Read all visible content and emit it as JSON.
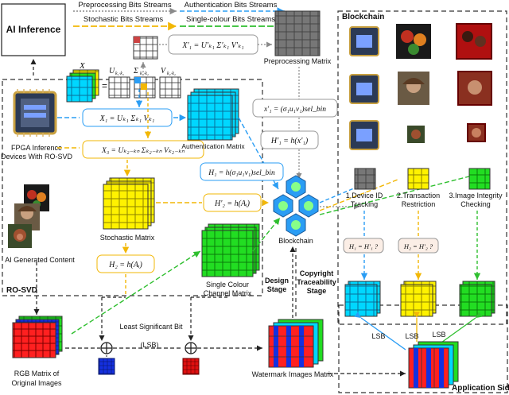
{
  "legend": {
    "preprocessing": "Preprocessing Bits Streams",
    "authentication": "Authentication Bits Streams",
    "stochastic": "Stochastic Bits Streams",
    "single_colour": "Single-colour Bits Streams"
  },
  "ai_inference": "AI Inference",
  "fpga_label_1": "FPGA Inference",
  "fpga_label_2": "Devices With RO-SVD",
  "ai_generated_content": "AI Generated Content",
  "ro_svd": "RO-SVD",
  "matrix_x": "X",
  "u_label": "U",
  "u_sub": "k₁·k₁",
  "sigma_label": "Σ",
  "sigma_sub": "k₁·k₂",
  "v_label": "V",
  "v_sub": "k₂·k₂",
  "eq_preprocess": "X'₁ = U'ₖ₁ Σ'ₖ₁ V'ₖ₁",
  "preprocessing_matrix": "Preprocessing Matrix",
  "eq_x1": "X₁ = Uₖ₁ Σₖ₁ Vₖ₁",
  "eq_x3": "X₃ = Uₖ₂₋ₖₙ Σₖ₂₋ₖₙ Vₖ₂₋ₖₙ",
  "authentication_matrix": "Authentication Matrix",
  "eq_x1p": "x'₁ = (σ₁u₁v₁)sel_bin",
  "eq_h1p": "H'₁ = h(x'₁)",
  "eq_h1": "H₁ = h(σ₁u₁v₁)sel_bin",
  "eq_h2p": "H'₂ = h(Aᵢ)",
  "eq_h2": "H₂ = h(Aᵢ)",
  "stochastic_matrix": "Stochastic Matrix",
  "single_colour_1": "Single Colour",
  "single_colour_2": "Channel Matrix",
  "blockchain_center": "Blockchain",
  "design_stage_1": "Design",
  "design_stage_2": "Stage",
  "copyright_1": "Copyright",
  "copyright_2": "Traceability",
  "copyright_3": "Stage",
  "blockchain_title": "Blockchain",
  "step1_1": "1.Device ID",
  "step1_2": "Tracking",
  "step2_1": "2.Transaction",
  "step2_2": "Restriction",
  "step3_1": "3.Image Integrity",
  "step3_2": "Checking",
  "cmp1": "H₁ = H'₁ ?",
  "cmp2": "H₂ = H'₂ ?",
  "lsb": "LSB",
  "least_significant_bit": "Least Significant Bit",
  "lsb_paren": "(LSB)",
  "rgb_1": "RGB Matrix of",
  "rgb_2": "Original Images",
  "watermark_matrix": "Watermark Images Matrix",
  "application_side": "Application Side",
  "colors": {
    "preprocessing": "#8a8a8a",
    "authentication": "#2a9df4",
    "stochastic": "#f2b705",
    "single_colour": "#2fbf2f",
    "cyan": "#00d7ff",
    "yellow": "#fff200",
    "green": "#22dd22"
  }
}
